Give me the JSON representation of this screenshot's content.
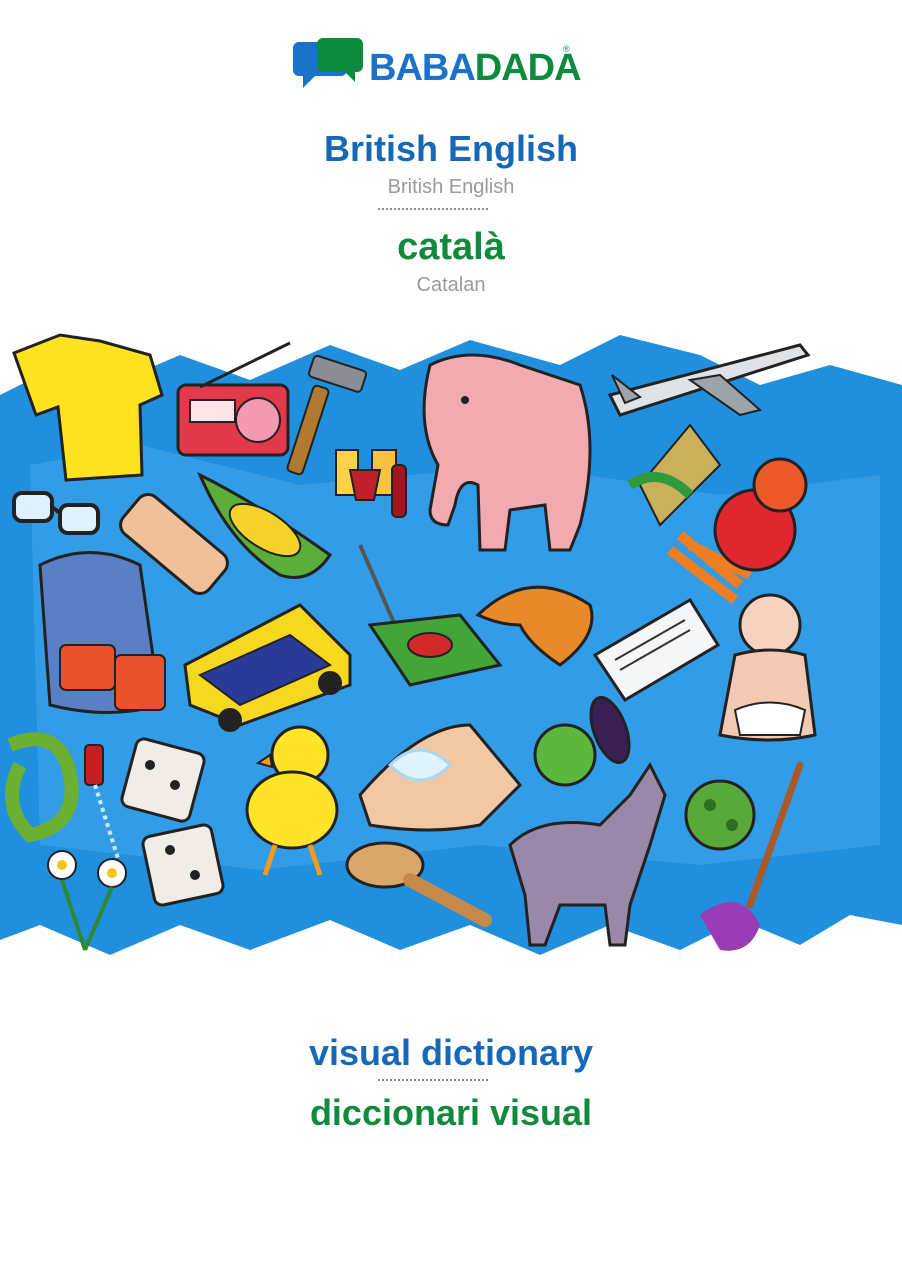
{
  "brand": {
    "part1": "BABA",
    "part2": "DADA",
    "registered": "®",
    "colors": {
      "blue": "#1a73c9",
      "green": "#0c8a3e"
    }
  },
  "language1": {
    "native": "British English",
    "english": "British English"
  },
  "language2": {
    "native": "català",
    "english": "Catalan"
  },
  "title1": "visual dictionary",
  "title2": "diccionari visual",
  "illustration": {
    "background_color": "#1f8fde",
    "items": [
      "t-shirt",
      "radio",
      "hammer",
      "drinks",
      "elephant",
      "airplane",
      "glasses",
      "plaster",
      "corn",
      "vegetables",
      "apples",
      "backpack",
      "lawnmower",
      "croissant",
      "newspaper",
      "baby",
      "race-car",
      "garden-hose",
      "dice",
      "chick",
      "hand-washing",
      "cabbage",
      "eggplant",
      "virus",
      "donkey",
      "brush",
      "paintbrush",
      "daisies"
    ]
  }
}
